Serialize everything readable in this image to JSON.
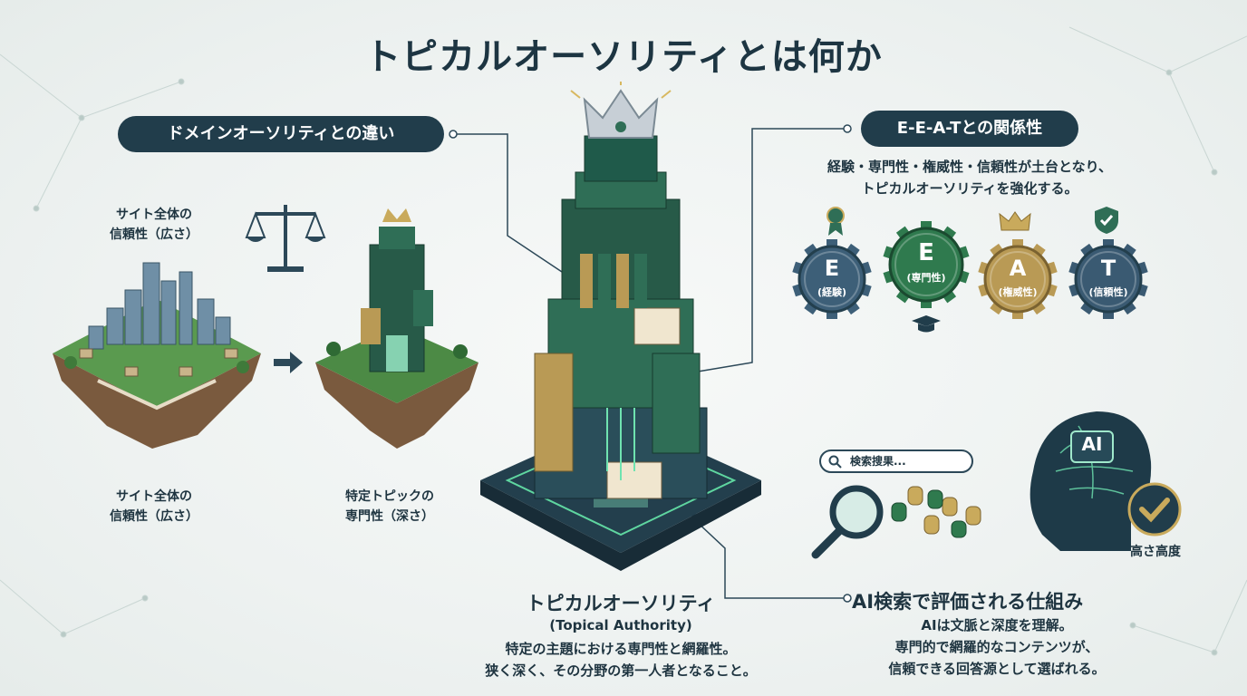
{
  "title": "トピカルオーソリティとは何か",
  "domain_authority": {
    "pill": "ドメインオーソリティとの違い",
    "site_top_label_line1": "サイト全体の",
    "site_top_label_line2": "信頼性（広さ）",
    "site_bottom_label_line1": "サイト全体の",
    "site_bottom_label_line2": "信頼性（広さ）",
    "topic_label_line1": "特定トピックの",
    "topic_label_line2": "専門性（深さ）"
  },
  "eeat": {
    "pill": "E-E-A-Tとの関係性",
    "desc_line1": "経験・専門性・権威性・信頼性が土台となり、",
    "desc_line2": "トピカルオーソリティを強化する。",
    "gears": [
      {
        "letter": "E",
        "label": "(経験)",
        "color": "#3d5f78"
      },
      {
        "letter": "E",
        "label": "(専門性)",
        "color": "#2f7a4e"
      },
      {
        "letter": "A",
        "label": "(権威性)",
        "color": "#b99a55"
      },
      {
        "letter": "T",
        "label": "(信頼性)",
        "color": "#3a5a72"
      }
    ]
  },
  "center": {
    "heading": "トピカルオーソリティ",
    "subheading": "(Topical Authority)",
    "desc_line1": "特定の主題における専門性と網羅性。",
    "desc_line2": "狭く深く、その分野の第一人者となること。"
  },
  "ai": {
    "search_placeholder": "検索搜果...",
    "badge": "AI",
    "check_label": "高さ高度",
    "heading": "AI検索で評価される仕組み",
    "desc_line1": "AIは文脈と深度を理解。",
    "desc_line2": "専門的で網羅的なコンテンツが、",
    "desc_line3": "信頼できる回答源として選ばれる。"
  },
  "colors": {
    "navy": "#213d4b",
    "green": "#2f6e56",
    "gold": "#b99a55",
    "glow": "#6fe3b0"
  }
}
